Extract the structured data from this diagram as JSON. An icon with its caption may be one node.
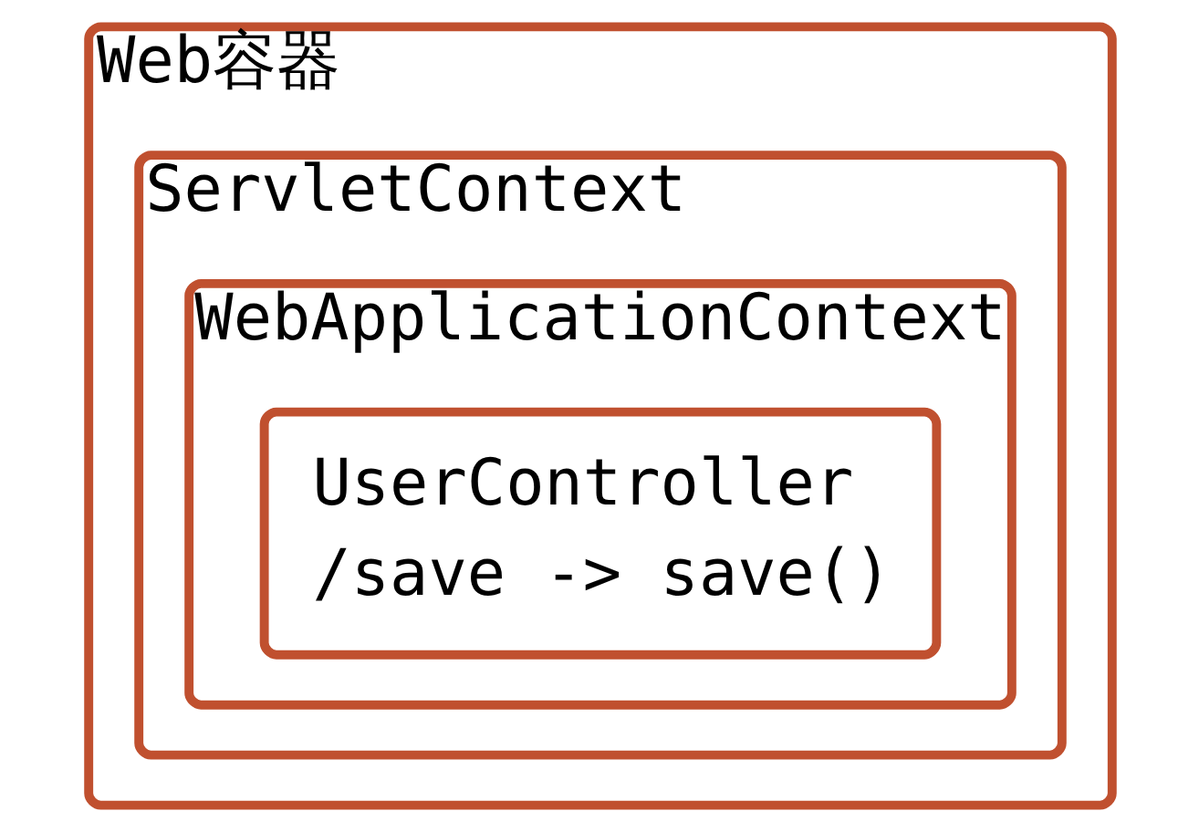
{
  "diagram": {
    "nodes": [
      {
        "text": [
          "Web容器"
        ]
      },
      {
        "text": [
          "ServletContext"
        ],
        "in": 0
      },
      {
        "text": [
          "WebApplicationContext"
        ],
        "in": 1
      },
      {
        "text": [
          "UserController",
          "/save -> save()"
        ],
        "in": 2
      }
    ],
    "edges": []
  }
}
